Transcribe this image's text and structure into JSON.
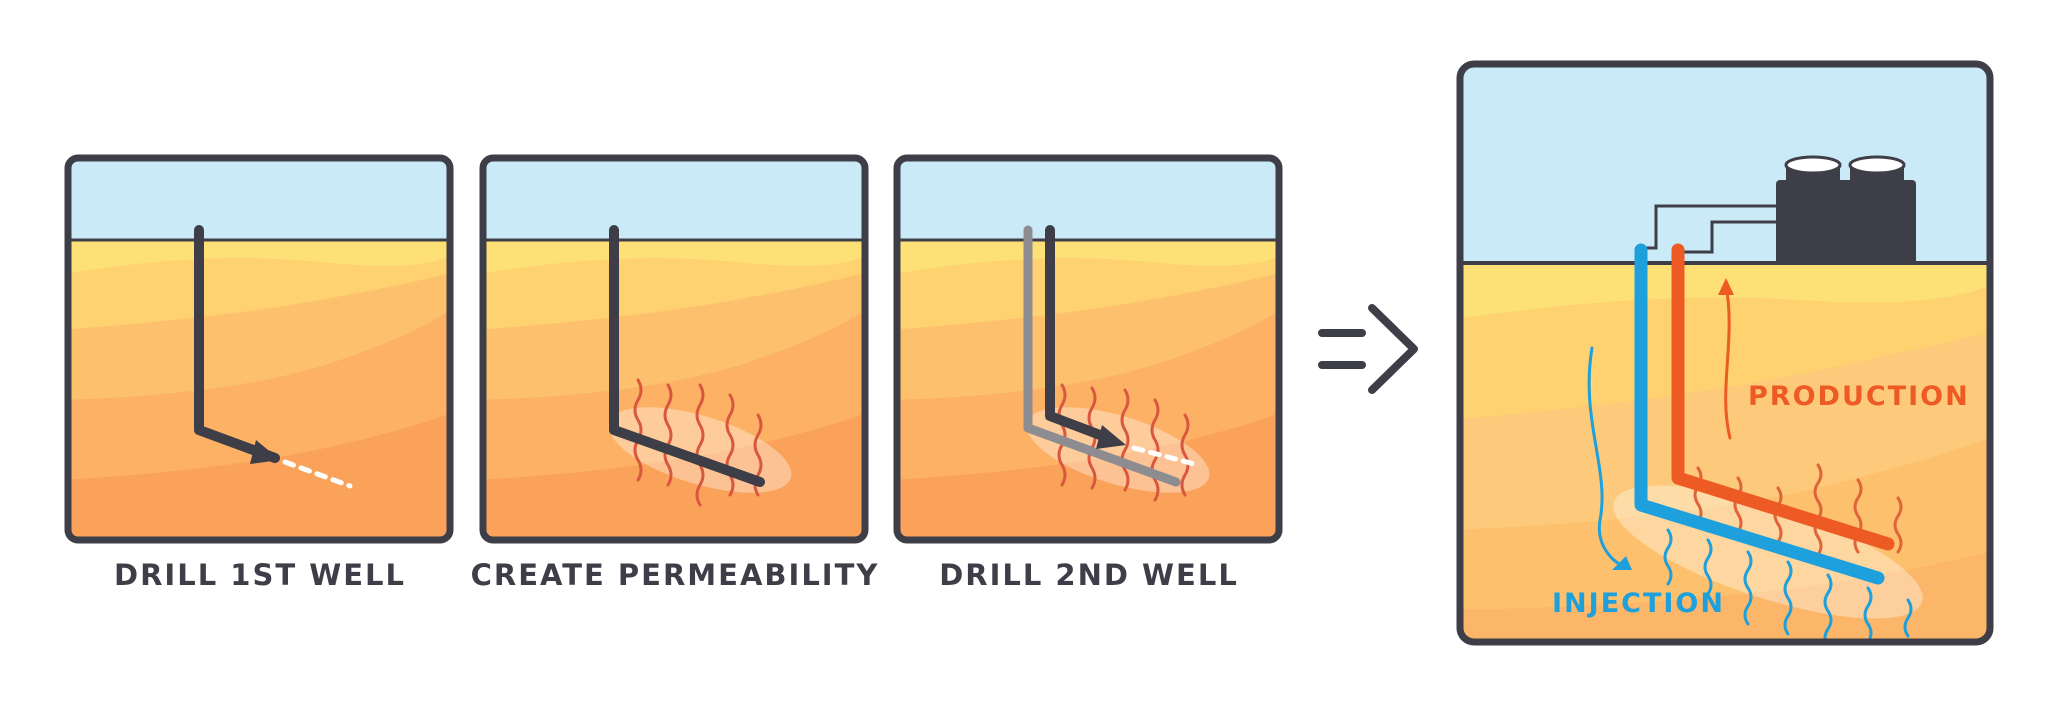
{
  "steps": [
    {
      "label": "DRILL 1ST WELL"
    },
    {
      "label": "CREATE PERMEABILITY"
    },
    {
      "label": "DRILL 2ND WELL"
    }
  ],
  "result": {
    "production_label": "PRODUCTION",
    "injection_label": "INJECTION"
  },
  "colors": {
    "sky": "#cbeaf8",
    "outline": "#3d3e47",
    "sand_light": "#fde177",
    "sand_mid": "#fdc16e",
    "sand_deep": "#fba25a",
    "production": "#ee5a24",
    "injection": "#1ea0dc",
    "fracture": "#d9573f",
    "drill_path": "#ffffff"
  },
  "icons": {
    "arrow": "implies-arrow-icon",
    "plant": "power-plant-icon"
  }
}
